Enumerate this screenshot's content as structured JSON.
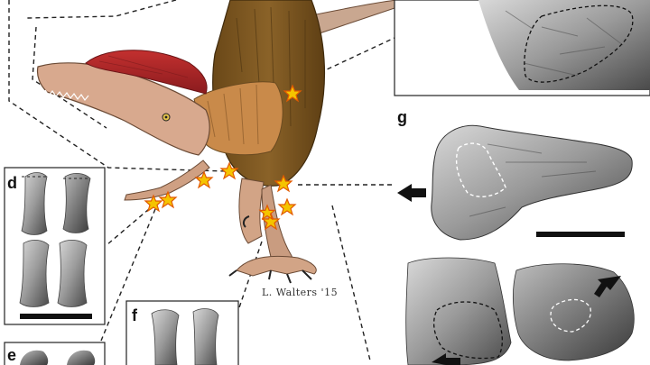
{
  "panels": {
    "d": "d",
    "e": "e",
    "f": "f",
    "g": "g"
  },
  "artist_signature": "L. Walters '15",
  "colors": {
    "feather_brown": "#7a5520",
    "crest_red": "#b3262a",
    "skin": "#d8a98e",
    "injury_marker": "#f5c400",
    "leader_line": "#222222"
  },
  "injury_markers": [
    {
      "name": "shoulder-injury-marker"
    },
    {
      "name": "wrist-injury-marker-1"
    },
    {
      "name": "wrist-injury-marker-2"
    },
    {
      "name": "hand-injury-marker-1"
    },
    {
      "name": "hand-injury-marker-2"
    },
    {
      "name": "knee-injury-marker-1"
    },
    {
      "name": "knee-injury-marker-2"
    },
    {
      "name": "foot-injury-marker-1"
    },
    {
      "name": "foot-injury-marker-2"
    }
  ]
}
